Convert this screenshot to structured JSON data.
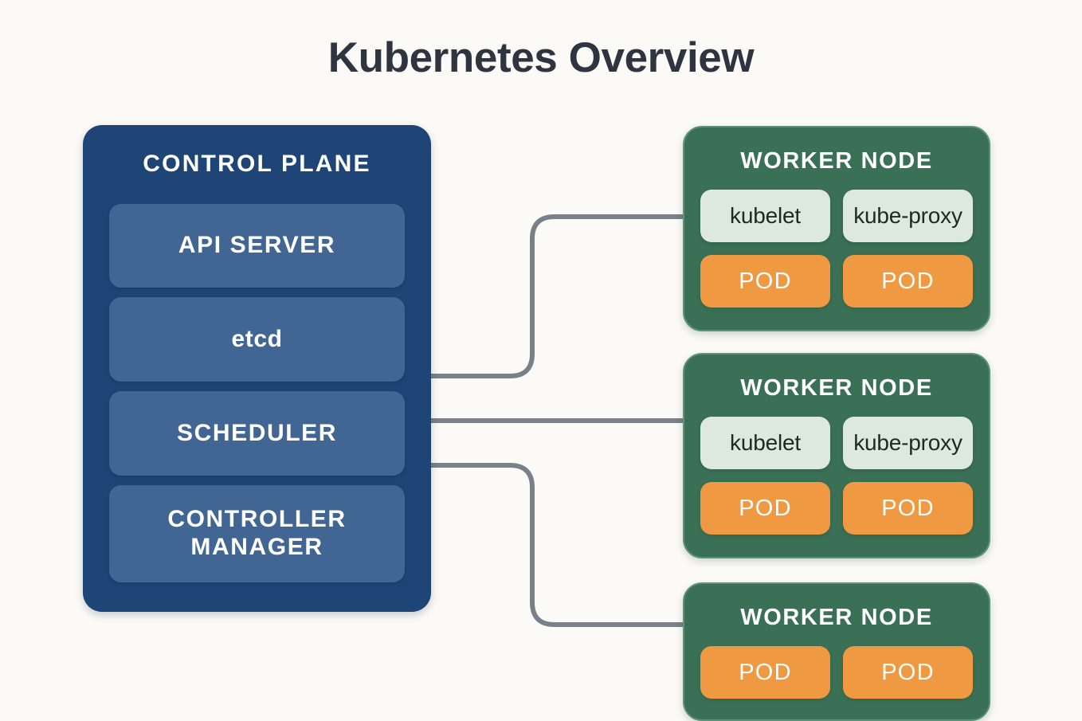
{
  "page": {
    "title": "Kubernetes Overview",
    "background_color": "#fbfaf6",
    "title_color": "#2e3440"
  },
  "control_plane": {
    "title": "CONTROL PLANE",
    "box_color": "#1e4575",
    "item_color": "#426694",
    "items": [
      {
        "label": "API SERVER",
        "style": "upper"
      },
      {
        "label": "etcd",
        "style": "lower"
      },
      {
        "label": "SCHEDULER",
        "style": "upper"
      },
      {
        "label": "CONTROLLER MANAGER",
        "style": "upper"
      }
    ]
  },
  "worker_nodes": {
    "node_color": "#3a7055",
    "node_border_color": "#5d9279",
    "component_color": "#dde8df",
    "pod_color": "#ef9a42",
    "nodes": [
      {
        "title": "WORKER NODE",
        "components": [
          "kubelet",
          "kube-proxy"
        ],
        "pods": [
          "POD",
          "POD"
        ]
      },
      {
        "title": "WORKER NODE",
        "components": [
          "kubelet",
          "kube-proxy"
        ],
        "pods": [
          "POD",
          "POD"
        ]
      },
      {
        "title": "WORKER NODE",
        "components": [],
        "pods": [
          "POD",
          "POD"
        ]
      }
    ]
  },
  "connectors": {
    "color": "#78808a",
    "description": "Control plane right edge links to each worker node left edge",
    "links": [
      {
        "from": "control-plane",
        "to": "worker-node-0"
      },
      {
        "from": "control-plane",
        "to": "worker-node-1"
      },
      {
        "from": "control-plane",
        "to": "worker-node-2"
      }
    ]
  }
}
